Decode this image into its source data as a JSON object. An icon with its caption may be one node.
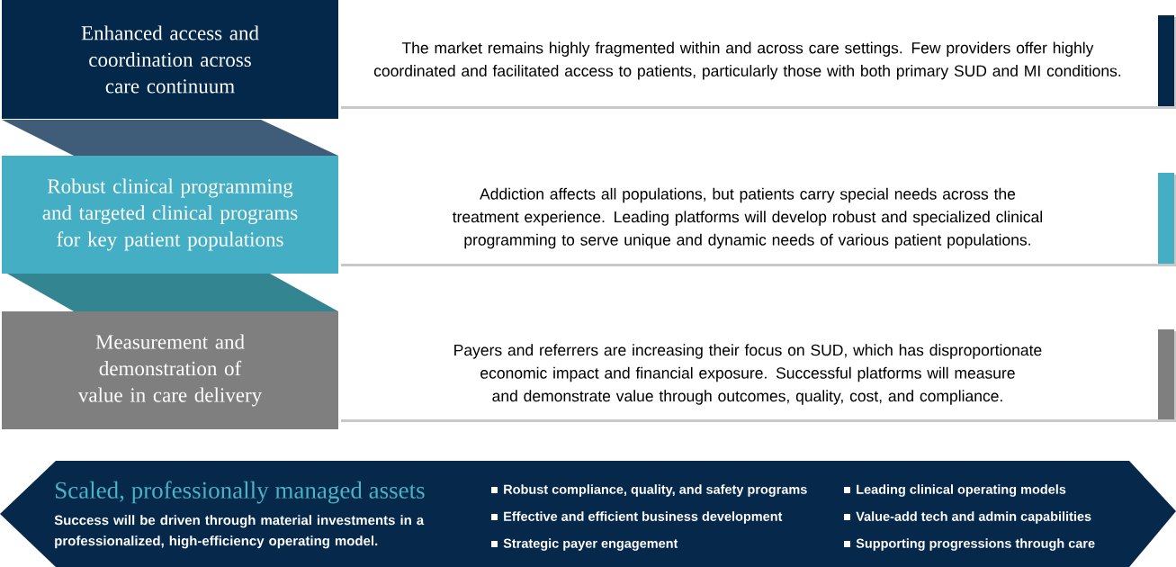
{
  "diagram": {
    "nodes": [
      {
        "text": [
          "Enhanced access and coordination across care continuum"
        ]
      },
      {
        "text": [
          "The market remains highly fragmented within and across care settings. Few providers offer highly coordinated and facilitated access to patients, particularly those with both primary SUD and MI conditions."
        ]
      },
      {
        "text": [
          "Robust clinical programming and targeted clinical programs for key patient populations"
        ]
      },
      {
        "text": [
          "Addiction affects all populations, but patients carry special needs across the treatment experience. Leading platforms will develop robust and specialized clinical programming to serve unique and dynamic needs of various patient populations."
        ]
      },
      {
        "text": [
          "Measurement and demonstration of value in care delivery"
        ]
      },
      {
        "text": [
          "Payers and referrers are increasing their focus on SUD, which has disproportionate economic impact and financial exposure. Successful platforms will measure and demonstrate value through outcomes, quality, cost, and compliance."
        ]
      },
      {
        "text": [
          "Scaled, professionally managed assets",
          "Success will be driven through material investments in a professionalized, high-efficiency operating model.",
          "Robust compliance, quality, and safety programs",
          "Effective and efficient business development",
          "Strategic payer engagement",
          "Leading clinical operating models",
          "Value-add tech and admin capabilities",
          "Supporting progressions through care"
        ]
      }
    ]
  }
}
